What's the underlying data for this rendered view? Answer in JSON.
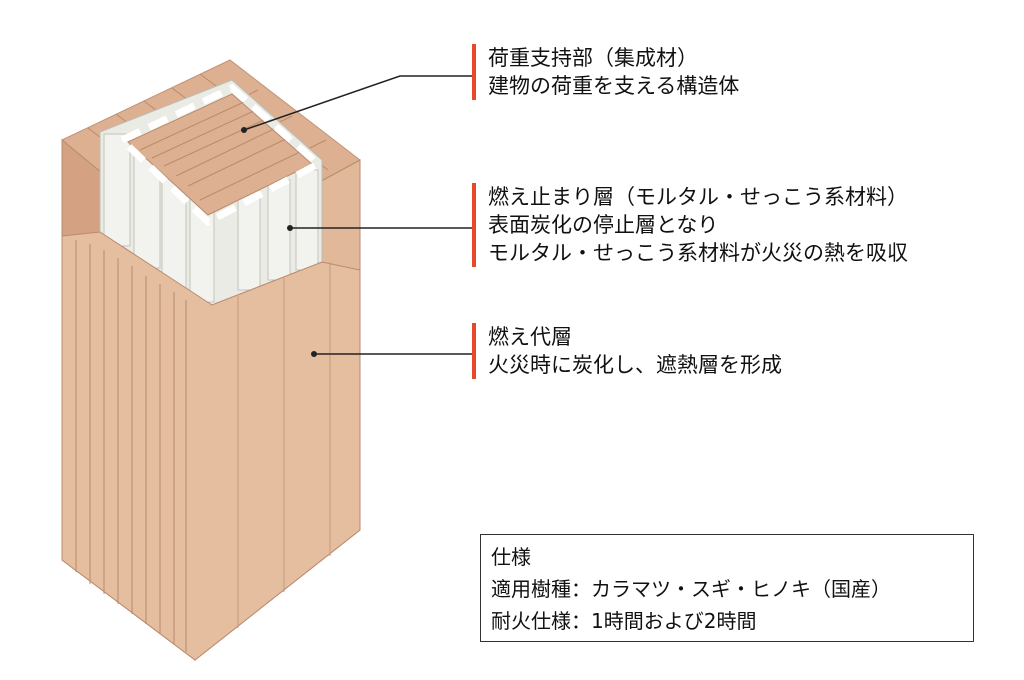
{
  "callouts": [
    {
      "lines": [
        "荷重支持部（集成材）",
        "建物の荷重を支える構造体"
      ]
    },
    {
      "lines": [
        "燃え止まり層（モルタル・せっこう系材料）",
        "表面炭化の停止層となり",
        "モルタル・せっこう系材料が火災の熱を吸収"
      ]
    },
    {
      "lines": [
        "燃え代層",
        "火災時に炭化し、遮熱層を形成"
      ]
    }
  ],
  "spec": {
    "title": "仕様",
    "lines": [
      "適用樹種：カラマツ・スギ・ヒノキ（国産）",
      "耐火仕様：1時間および2時間"
    ]
  },
  "colors": {
    "accent": "#e8492b",
    "wood_front": "#e2b89a",
    "wood_side": "#d4a283",
    "wood_top": "#ddb091",
    "grout": "#ebebe6",
    "grout_shadow": "#cfcfc8",
    "leader": "#222222"
  }
}
